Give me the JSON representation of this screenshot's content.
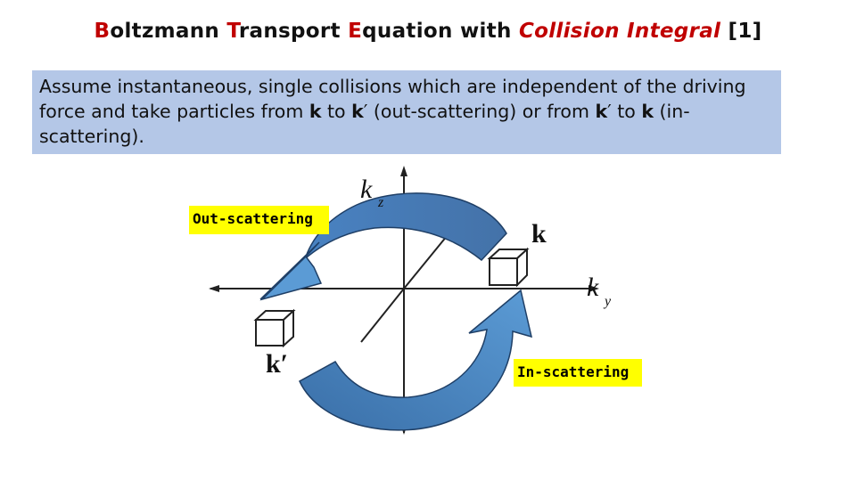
{
  "title": {
    "p1": "B",
    "p2": "oltzmann ",
    "p3": "T",
    "p4": "ransport ",
    "p5": "E",
    "p6": "quation with ",
    "p7": "Collision Integral",
    "p8": " [1]"
  },
  "description": {
    "t1": "Assume instantaneous, single collisions which are independent of the driving force and take particles from ",
    "k1": "k",
    "t2": " to ",
    "k2": "k",
    "t3": "′ (out-scattering) or from ",
    "k3": "k",
    "t4": "′ to ",
    "k4": "k",
    "t5": " (in-scattering)."
  },
  "labels": {
    "out_scattering": "Out-scattering",
    "in_scattering": "In-scattering"
  },
  "axes": {
    "kz_main": "k",
    "kz_sub": "z",
    "ky_main": "k",
    "ky_sub": "y",
    "k_vector": "k",
    "k_prime_vector": "k′"
  },
  "colors": {
    "arrow_fill": "#5b9bd5",
    "arrow_dark": "#2e5f8f",
    "box_bg": "#b4c7e7",
    "tag_bg": "#ffff00",
    "title_red": "#c00000"
  }
}
